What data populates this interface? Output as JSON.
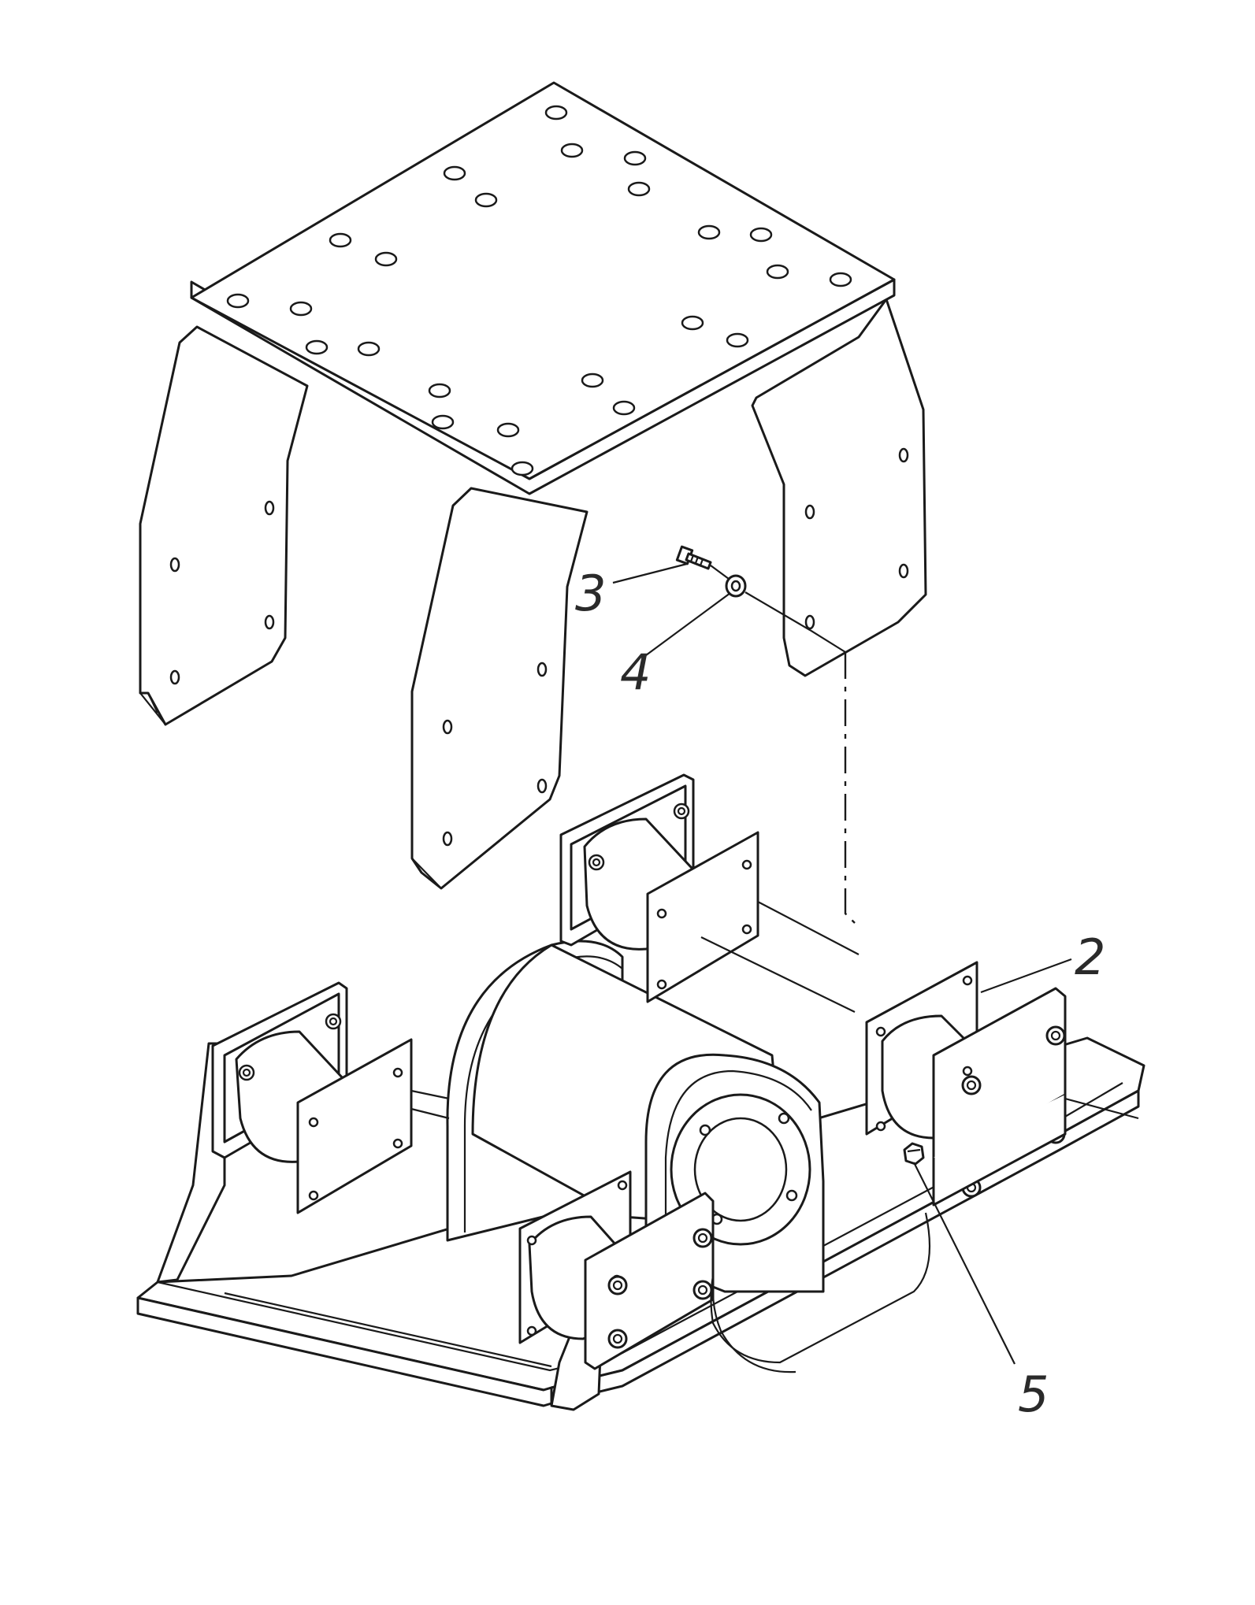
{
  "callouts": [
    {
      "id": "c2",
      "text": "2"
    },
    {
      "id": "c3",
      "text": "3"
    },
    {
      "id": "c4",
      "text": "4"
    },
    {
      "id": "c5",
      "text": "5"
    }
  ],
  "colors": {
    "line": "#1a1a1a",
    "background": "#ffffff"
  }
}
